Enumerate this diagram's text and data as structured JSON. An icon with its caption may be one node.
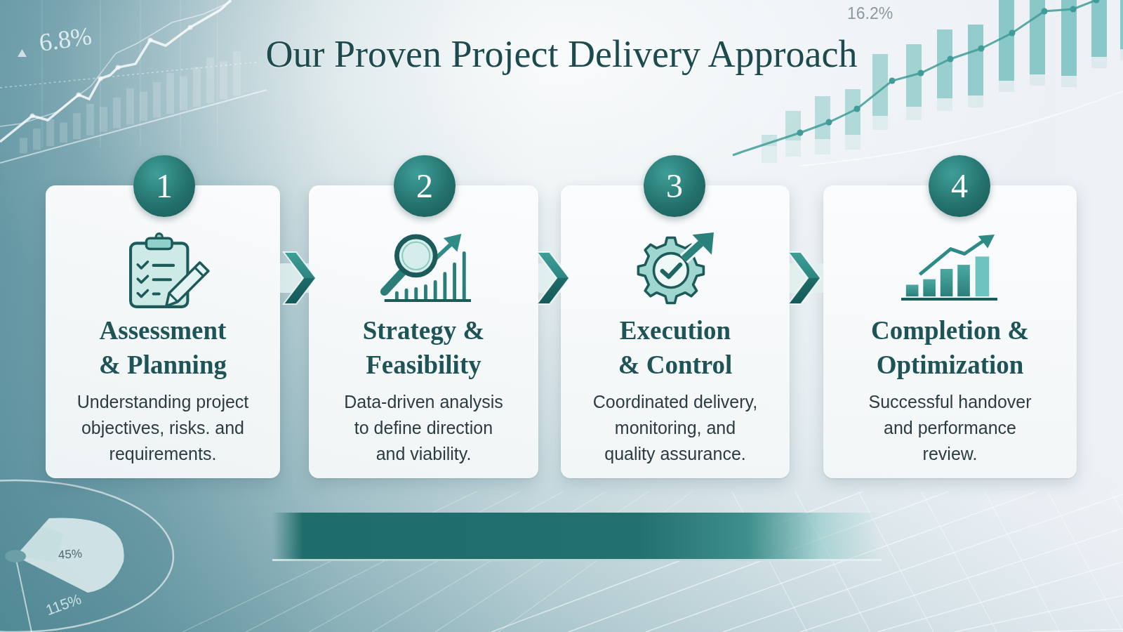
{
  "diagram": {
    "title": "Our Proven Project Delivery Approach",
    "nodes": [
      {
        "text": [
          "1"
        ]
      },
      {
        "text": [
          "Assessment & Planning",
          "Understanding project objectives, risks. and requirements."
        ]
      },
      {
        "text": [
          "2"
        ]
      },
      {
        "text": [
          "Strategy & Feasibility",
          "Data-driven analysis to define direction and viability."
        ]
      },
      {
        "text": [
          "3"
        ]
      },
      {
        "text": [
          "Execution & Control",
          "Coordinated delivery, monitoring, and quality assurance."
        ]
      },
      {
        "text": [
          "4"
        ]
      },
      {
        "text": [
          "Completion & Optimization",
          "Successful handover and performance review."
        ]
      }
    ],
    "edges": [
      {
        "from": 1,
        "to": 3,
        "arrow": "to"
      },
      {
        "from": 3,
        "to": 5,
        "arrow": "to"
      },
      {
        "from": 5,
        "to": 7,
        "arrow": "to"
      }
    ],
    "labels": [
      "16.2%",
      "6.8%",
      "45%",
      "115%"
    ]
  }
}
